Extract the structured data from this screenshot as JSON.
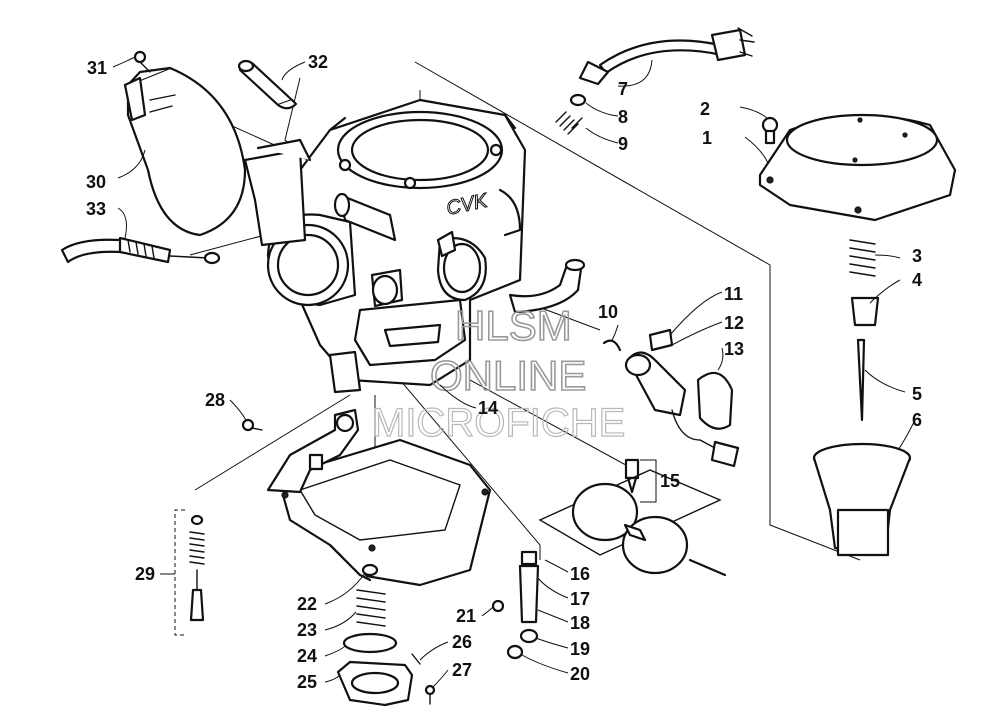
{
  "watermark": {
    "line1": "HLSM",
    "line2": "ONLINE",
    "line3": "MICROFICHE"
  },
  "body_marking": "CVK",
  "callouts": {
    "c1": "1",
    "c2": "2",
    "c3": "3",
    "c4": "4",
    "c5": "5",
    "c6": "6",
    "c7": "7",
    "c8": "8",
    "c9": "9",
    "c10": "10",
    "c11": "11",
    "c12": "12",
    "c13": "13",
    "c14": "14",
    "c15": "15",
    "c16": "16",
    "c17": "17",
    "c18": "18",
    "c19": "19",
    "c20": "20",
    "c21": "21",
    "c22": "22",
    "c23": "23",
    "c24": "24",
    "c25": "25",
    "c26": "26",
    "c27": "27",
    "c28": "28",
    "c29": "29",
    "c30": "30",
    "c31": "31",
    "c32": "32",
    "c33": "33"
  }
}
